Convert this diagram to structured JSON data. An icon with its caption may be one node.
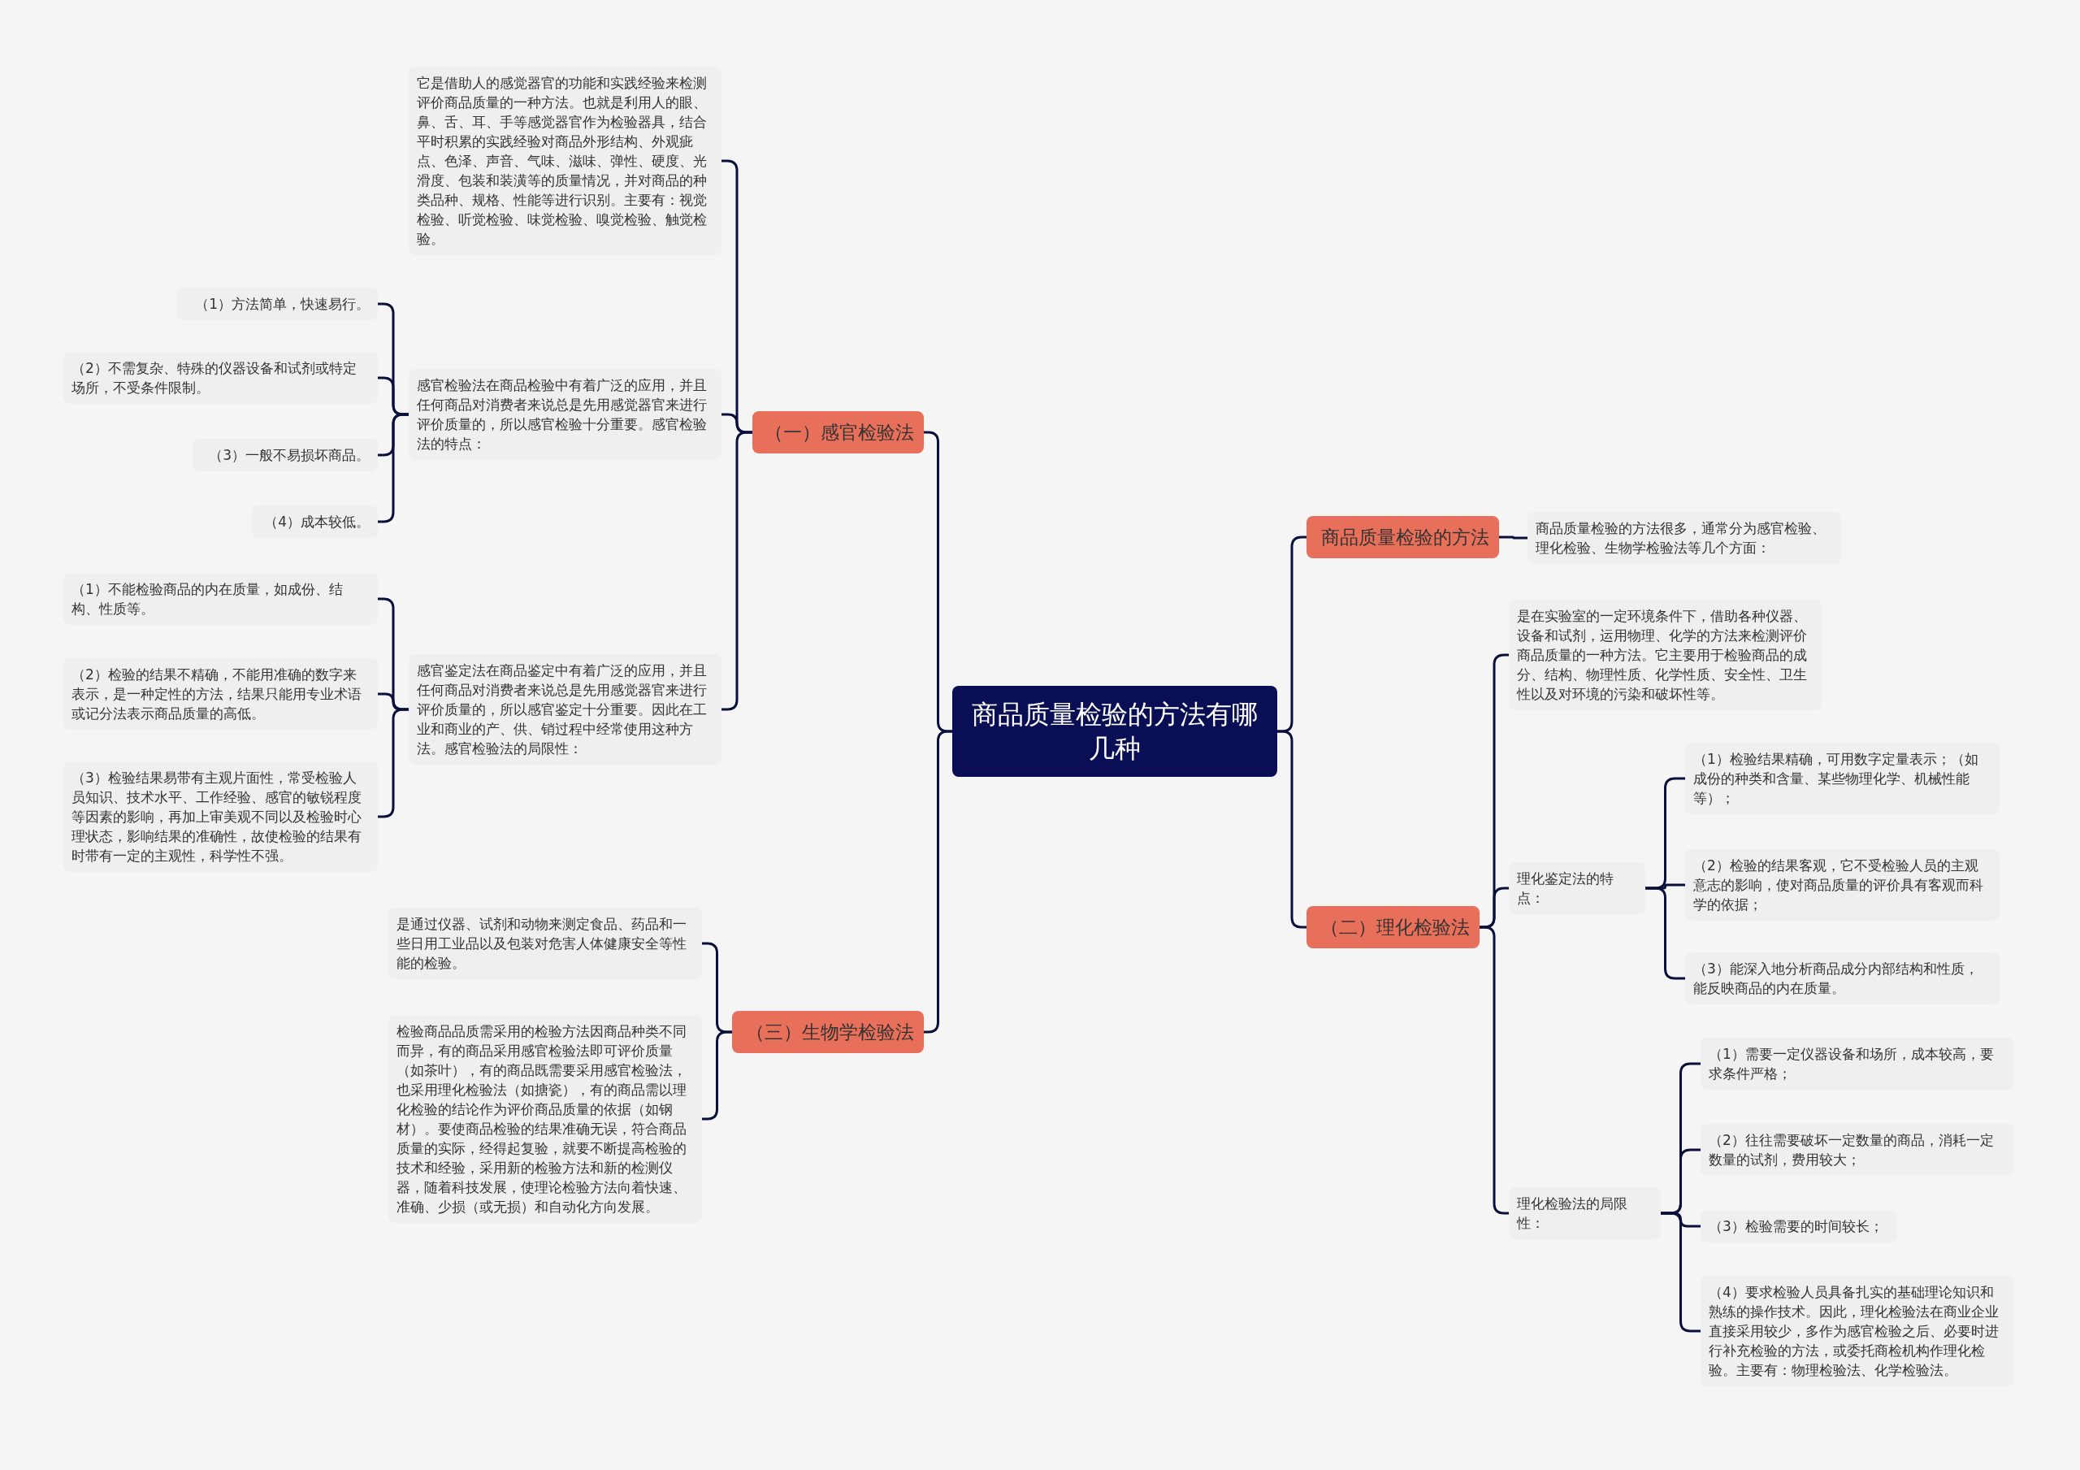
{
  "diagram": {
    "nodes": [
      {
        "text": [
          "商品质量检验的方法有哪几种"
        ]
      },
      {
        "text": [
          "（一）感官检验法"
        ]
      },
      {
        "text": [
          "它是借助人的感觉器官的功能和实践经验来检测评价商品质量的一种方法。也就是利用人的眼、鼻、舌、耳、手等感觉器官作为检验器具，结合平时积累的实践经验对商品外形结构、外观疵点、色泽、声音、气味、滋味、弹性、硬度、光滑度、包装和装潢等的质量情况，并对商品的种类品种、规格、性能等进行识别。主要有：视觉检验、听觉检验、味觉检验、嗅觉检验、触觉检验。"
        ]
      },
      {
        "text": [
          "感官检验法在商品检验中有着广泛的应用，并且任何商品对消费者来说总是先用感觉器官来进行评价质量的，所以感官检验十分重要。感官检验法的特点："
        ]
      },
      {
        "text": [
          "（1）方法简单，快速易行。"
        ]
      },
      {
        "text": [
          "（2）不需复杂、特殊的仪器设备和试剂或特定场所，不受条件限制。"
        ]
      },
      {
        "text": [
          "（3）一般不易损坏商品。"
        ]
      },
      {
        "text": [
          "（4）成本较低。"
        ]
      },
      {
        "text": [
          "感官鉴定法在商品鉴定中有着广泛的应用，并且任何商品对消费者来说总是先用感觉器官来进行评价质量的，所以感官鉴定十分重要。因此在工业和商业的产、供、销过程中经常使用这种方法。感官检验法的局限性："
        ]
      },
      {
        "text": [
          "（1）不能检验商品的内在质量，如成份、结构、性质等。"
        ]
      },
      {
        "text": [
          "（2）检验的结果不精确，不能用准确的数字来表示，是一种定性的方法，结果只能用专业术语或记分法表示商品质量的高低。"
        ]
      },
      {
        "text": [
          "（3）检验结果易带有主观片面性，常受检验人员知识、技术水平、工作经验、感官的敏锐程度等因素的影响，再加上审美观不同以及检验时心理状态，影响结果的准确性，故使检验的结果有时带有一定的主观性，科学性不强。"
        ]
      },
      {
        "text": [
          "（三）生物学检验法"
        ]
      },
      {
        "text": [
          "是通过仪器、试剂和动物来测定食品、药品和一些日用工业品以及包装对危害人体健康安全等性能的检验。"
        ]
      },
      {
        "text": [
          "检验商品品质需采用的检验方法因商品种类不同而异，有的商品采用感官检验法即可评价质量（如茶叶），有的商品既需要采用感官检验法，也采用理化检验法（如搪瓷），有的商品需以理化检验的结论作为评价商品质量的依据（如钢材）。要使商品检验的结果准确无误，符合商品质量的实际，经得起复验，就要不断提高检验的技术和经验，采用新的检验方法和新的检测仪器，随着科技发展，使理论检验方法向着快速、准确、少损（或无损）和自动化方向发展。"
        ]
      },
      {
        "text": [
          "商品质量检验的方法"
        ]
      },
      {
        "text": [
          "商品质量检验的方法很多，通常分为感官检验、理化检验、生物学检验法等几个方面："
        ]
      },
      {
        "text": [
          "（二）理化检验法"
        ]
      },
      {
        "text": [
          "是在实验室的一定环境条件下，借助各种仪器、设备和试剂，运用物理、化学的方法来检测评价商品质量的一种方法。它主要用于检验商品的成分、结构、物理性质、化学性质、安全性、卫生性以及对环境的污染和破坏性等。"
        ]
      },
      {
        "text": [
          "理化鉴定法的特点："
        ]
      },
      {
        "text": [
          "（1）检验结果精确，可用数字定量表示；（如成份的种类和含量、某些物理化学、机械性能等）；"
        ]
      },
      {
        "text": [
          "（2）检验的结果客观，它不受检验人员的主观意志的影响，使对商品质量的评价具有客观而科学的依据；"
        ]
      },
      {
        "text": [
          "（3）能深入地分析商品成分内部结构和性质，能反映商品的内在质量。"
        ]
      },
      {
        "text": [
          "理化检验法的局限性："
        ]
      },
      {
        "text": [
          "（1）需要一定仪器设备和场所，成本较高，要求条件严格；"
        ]
      },
      {
        "text": [
          "（2）往往需要破坏一定数量的商品，消耗一定数量的试剂，费用较大；"
        ]
      },
      {
        "text": [
          "（3）检验需要的时间较长；"
        ]
      },
      {
        "text": [
          "（4）要求检验人员具备扎实的基础理论知识和熟练的操作技术。因此，理化检验法在商业企业直接采用较少，多作为感官检验之后、必要时进行补充检验的方法，或委托商检机构作理化检验。主要有：物理检验法、化学检验法。"
        ]
      }
    ],
    "edges": [
      {
        "from": 0,
        "to": 1,
        "arrow": "none"
      },
      {
        "from": 0,
        "to": 12,
        "arrow": "none"
      },
      {
        "from": 0,
        "to": 15,
        "arrow": "none"
      },
      {
        "from": 0,
        "to": 17,
        "arrow": "none"
      },
      {
        "from": 1,
        "to": 2,
        "arrow": "none"
      },
      {
        "from": 1,
        "to": 3,
        "arrow": "none"
      },
      {
        "from": 1,
        "to": 8,
        "arrow": "none"
      },
      {
        "from": 3,
        "to": 4,
        "arrow": "none"
      },
      {
        "from": 3,
        "to": 5,
        "arrow": "none"
      },
      {
        "from": 3,
        "to": 6,
        "arrow": "none"
      },
      {
        "from": 3,
        "to": 7,
        "arrow": "none"
      },
      {
        "from": 8,
        "to": 9,
        "arrow": "none"
      },
      {
        "from": 8,
        "to": 10,
        "arrow": "none"
      },
      {
        "from": 8,
        "to": 11,
        "arrow": "none"
      },
      {
        "from": 12,
        "to": 13,
        "arrow": "none"
      },
      {
        "from": 12,
        "to": 14,
        "arrow": "none"
      },
      {
        "from": 15,
        "to": 16,
        "arrow": "none"
      },
      {
        "from": 17,
        "to": 18,
        "arrow": "none"
      },
      {
        "from": 17,
        "to": 19,
        "arrow": "none"
      },
      {
        "from": 17,
        "to": 23,
        "arrow": "none"
      },
      {
        "from": 19,
        "to": 20,
        "arrow": "none"
      },
      {
        "from": 19,
        "to": 21,
        "arrow": "none"
      },
      {
        "from": 19,
        "to": 22,
        "arrow": "none"
      },
      {
        "from": 23,
        "to": 24,
        "arrow": "none"
      },
      {
        "from": 23,
        "to": 25,
        "arrow": "none"
      },
      {
        "from": 23,
        "to": 26,
        "arrow": "none"
      },
      {
        "from": 23,
        "to": 27,
        "arrow": "none"
      }
    ]
  }
}
